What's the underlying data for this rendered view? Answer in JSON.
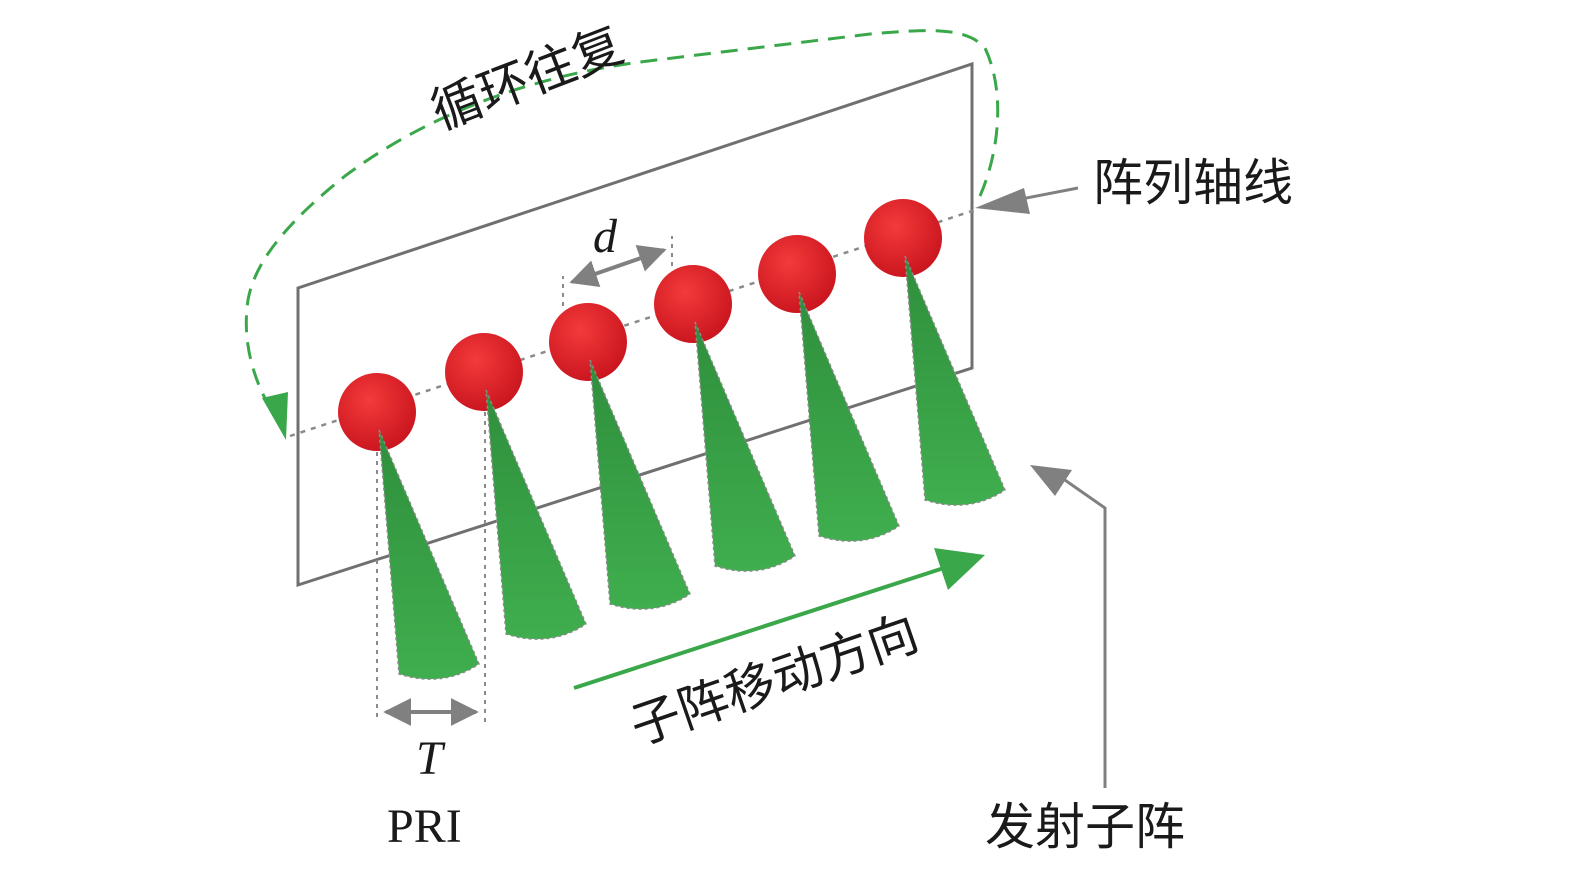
{
  "labels": {
    "loop": "循环往复",
    "array_axis": "阵列轴线",
    "spacing_symbol": "d",
    "period_symbol": "T",
    "pri": "PRI",
    "move_direction": "子阵移动方向",
    "transmit_subarray": "发射子阵"
  },
  "element_count": 6,
  "colors": {
    "element_fill": "#e8202a",
    "beam_fill": "#3a9e48",
    "panel_stroke": "#707070",
    "guide_gray": "#808080",
    "loop_dash": "#3aa84a",
    "move_arrow": "#3aa84a",
    "text": "#1a1a1a"
  }
}
